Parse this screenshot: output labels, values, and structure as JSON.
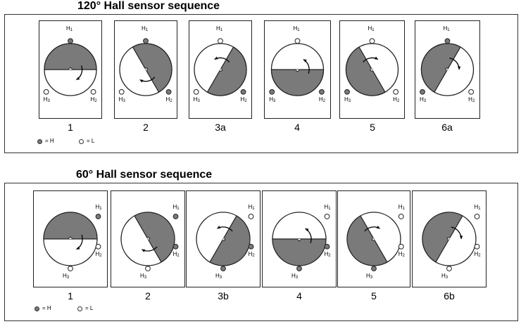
{
  "colors": {
    "high": "#7a7a7a",
    "low": "#ffffff",
    "outline": "#222222"
  },
  "sensor_names": {
    "h1": "H",
    "h2": "H",
    "h3": "H",
    "s1": "1",
    "s2": "2",
    "s3": "3"
  },
  "legend": {
    "high_label": "= H",
    "low_label": "= L"
  },
  "sections": [
    {
      "title": "120° Hall sensor sequence",
      "steps": [
        {
          "caption": "1",
          "h1": "H",
          "h2": "L",
          "h3": "L",
          "shade_angle": 0,
          "rotation": "clockwise"
        },
        {
          "caption": "2",
          "h1": "H",
          "h2": "H",
          "h3": "L",
          "shade_angle": 60,
          "rotation": "clockwise"
        },
        {
          "caption": "3a",
          "h1": "L",
          "h2": "H",
          "h3": "L",
          "shade_angle": 120,
          "rotation": "counterclockwise"
        },
        {
          "caption": "4",
          "h1": "L",
          "h2": "H",
          "h3": "H",
          "shade_angle": 180,
          "rotation": "counterclockwise"
        },
        {
          "caption": "5",
          "h1": "L",
          "h2": "L",
          "h3": "H",
          "shade_angle": 240,
          "rotation": "clockwise"
        },
        {
          "caption": "6a",
          "h1": "H",
          "h2": "L",
          "h3": "H",
          "shade_angle": 300,
          "rotation": "clockwise"
        }
      ]
    },
    {
      "title": "60° Hall sensor sequence",
      "steps": [
        {
          "caption": "1",
          "h1": "H",
          "h2": "L",
          "h3": "L",
          "shade_angle": 0,
          "rotation": "clockwise"
        },
        {
          "caption": "2",
          "h1": "H",
          "h2": "H",
          "h3": "L",
          "shade_angle": 60,
          "rotation": "clockwise"
        },
        {
          "caption": "3b",
          "h1": "L",
          "h2": "H",
          "h3": "H",
          "shade_angle": 120,
          "rotation": "counterclockwise"
        },
        {
          "caption": "4",
          "h1": "L",
          "h2": "H",
          "h3": "H",
          "shade_angle": 180,
          "rotation": "counterclockwise"
        },
        {
          "caption": "5",
          "h1": "L",
          "h2": "L",
          "h3": "H",
          "shade_angle": 240,
          "rotation": "clockwise"
        },
        {
          "caption": "6b",
          "h1": "L",
          "h2": "L",
          "h3": "L",
          "shade_angle": 300,
          "rotation": "clockwise"
        }
      ]
    }
  ]
}
